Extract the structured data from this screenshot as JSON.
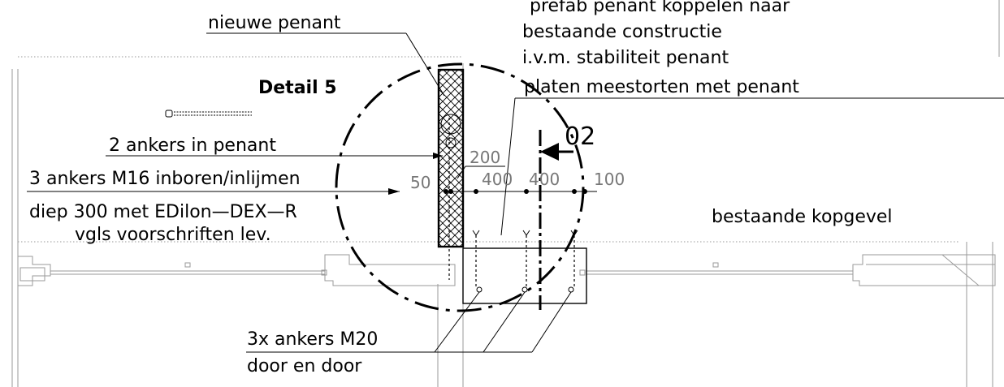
{
  "labels": {
    "top_note_1": "prefab penant koppelen naar",
    "top_note_2": "bestaande constructie",
    "top_note_3": "i.v.m. stabiliteit penant",
    "top_note_4": "platen meestorten met penant",
    "new_pier": "nieuwe penant",
    "detail_title": "Detail 5",
    "anchors_in_pier": "2 ankers in penant",
    "anchors_m16": "3 ankers M16 inboren/inlijmen",
    "depth_note": "diep 300 met EDilon—DEX—R",
    "supplier_note": "vgls voorschriften lev.",
    "section_marker": "02",
    "existing_gable": "bestaande kopgevel",
    "anchors_m20": "3x ankers M20",
    "through_note": "door en door"
  },
  "dimensions": {
    "d_50": "50",
    "d_200": "200",
    "d_400a": "400",
    "d_400b": "400",
    "d_100": "100"
  }
}
